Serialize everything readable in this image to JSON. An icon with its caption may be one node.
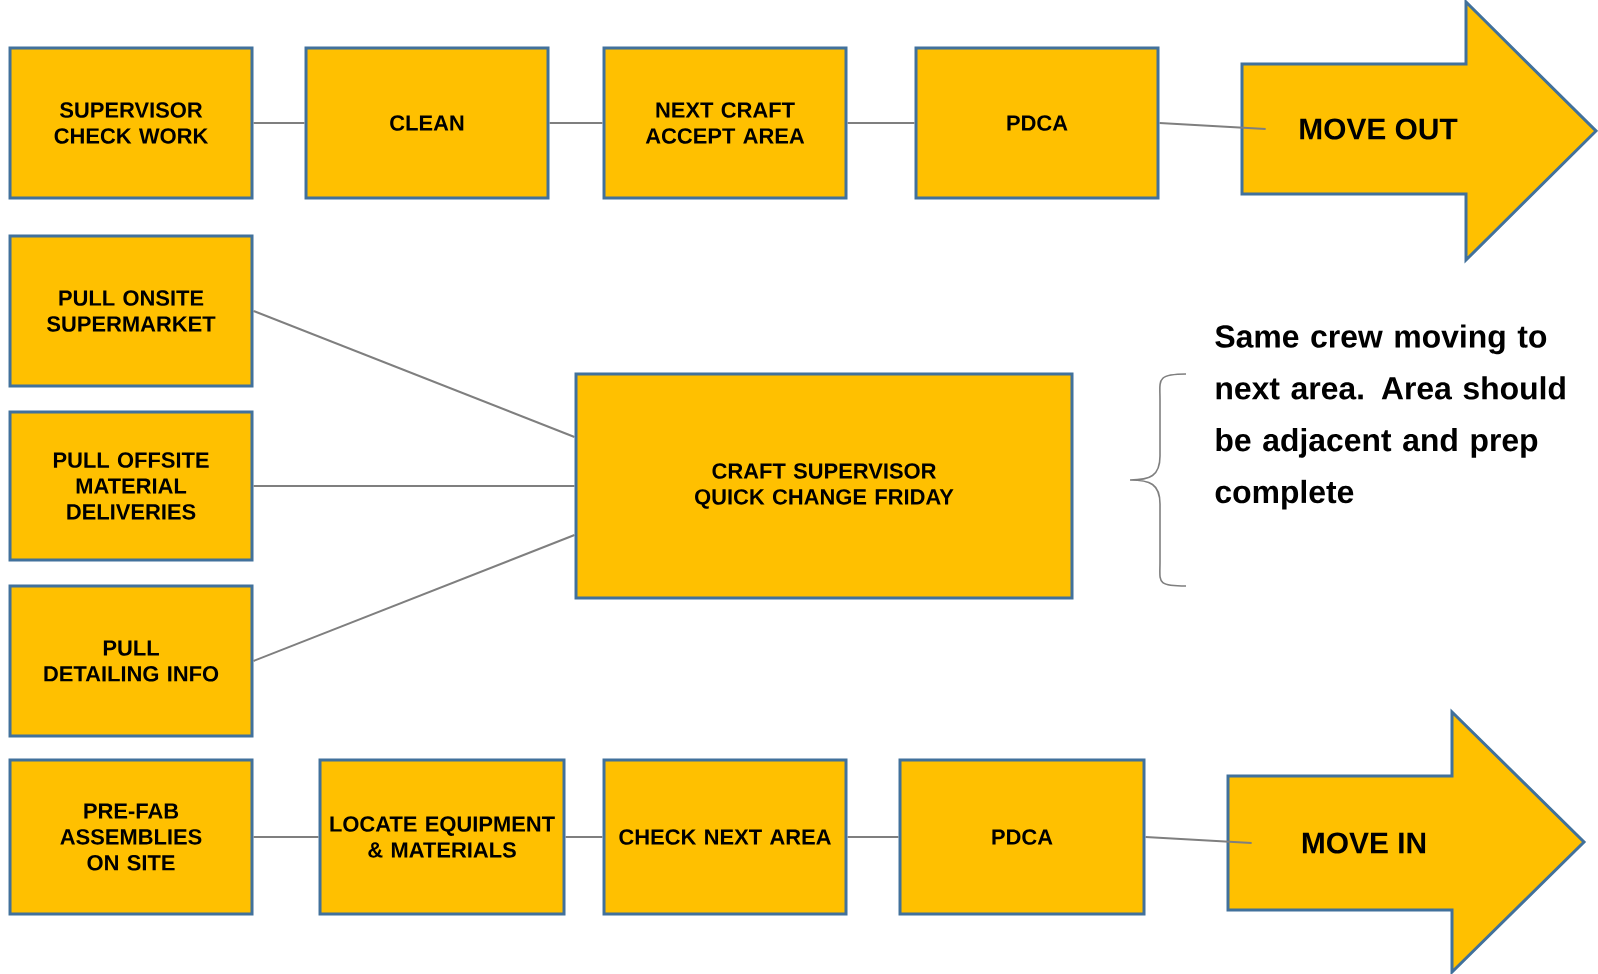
{
  "diagram": {
    "nodes": [
      {
        "text": [
          "SUPERVISOR CHECK WORK"
        ]
      },
      {
        "text": [
          "CLEAN"
        ]
      },
      {
        "text": [
          "NEXT CRAFT ACCEPT AREA"
        ]
      },
      {
        "text": [
          "PDCA"
        ]
      },
      {
        "text": [
          "MOVE OUT"
        ]
      },
      {
        "text": [
          "PULL ONSITE SUPERMARKET"
        ]
      },
      {
        "text": [
          "PULL OFFSITE MATERIAL DELIVERIES"
        ]
      },
      {
        "text": [
          "PULL DETAILING INFO"
        ]
      },
      {
        "text": [
          "CRAFT SUPERVISOR QUICK CHANGE FRIDAY"
        ]
      },
      {
        "text": [
          "PRE-FAB ASSEMBLIES ON SITE"
        ]
      },
      {
        "text": [
          "LOCATE EQUIPMENT & MATERIALS"
        ]
      },
      {
        "text": [
          "CHECK NEXT AREA"
        ]
      },
      {
        "text": [
          "PDCA"
        ]
      },
      {
        "text": [
          "MOVE IN"
        ]
      }
    ],
    "edges": [
      {
        "from": 0,
        "to": 1,
        "arrow": "none"
      },
      {
        "from": 1,
        "to": 2,
        "arrow": "none"
      },
      {
        "from": 2,
        "to": 3,
        "arrow": "none"
      },
      {
        "from": 3,
        "to": 4,
        "arrow": "none"
      },
      {
        "from": 5,
        "to": 8,
        "arrow": "none"
      },
      {
        "from": 6,
        "to": 8,
        "arrow": "none"
      },
      {
        "from": 7,
        "to": 8,
        "arrow": "none"
      },
      {
        "from": 9,
        "to": 10,
        "arrow": "none"
      },
      {
        "from": 10,
        "to": 11,
        "arrow": "none"
      },
      {
        "from": 11,
        "to": 12,
        "arrow": "none"
      },
      {
        "from": 12,
        "to": 13,
        "arrow": "none"
      }
    ],
    "labels": [
      "Same crew moving to next area. Area should be adjacent and prep complete"
    ]
  }
}
